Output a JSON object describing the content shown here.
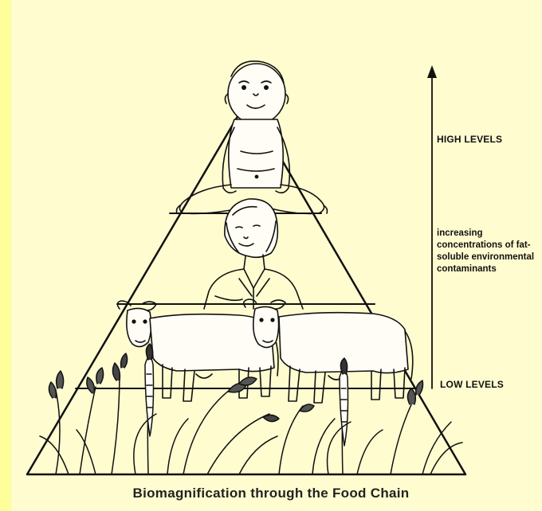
{
  "diagram": {
    "top_label": "HIGH LEVELS",
    "bottom_label": "LOW LEVELS",
    "description": "increasing concentrations of fat-soluble environmental contaminants",
    "caption": "Biomagnification through the Food Chain",
    "levels": [
      "plants",
      "cows",
      "mother",
      "baby"
    ]
  },
  "colors": {
    "background": "#fefe9a",
    "panel": "#fffcd0",
    "ink": "#111111"
  }
}
